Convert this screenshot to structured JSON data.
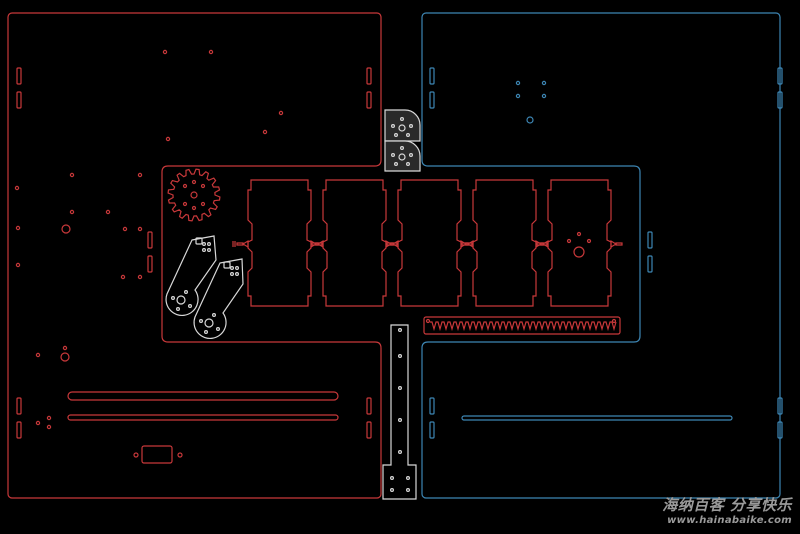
{
  "figure": {
    "background": "#000000",
    "line_colors": {
      "red": "#c8383a",
      "blue": "#3d86b4",
      "white": "#d8d8d8"
    },
    "parts": [
      "left-red-panel",
      "right-blue-panel",
      "gear-panel",
      "gear",
      "finger-modules",
      "servo-horn-arms",
      "rack",
      "center-post",
      "top-brackets",
      "slot-bars"
    ]
  },
  "watermark": {
    "title": "海纳百客 分享快乐",
    "url": "www.hainabaike.com"
  }
}
